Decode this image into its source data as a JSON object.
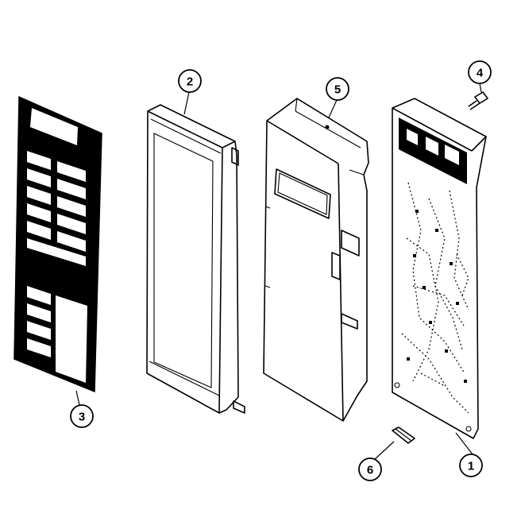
{
  "diagram": {
    "callouts": [
      {
        "id": "callout-1",
        "label": "1"
      },
      {
        "id": "callout-2",
        "label": "2"
      },
      {
        "id": "callout-3",
        "label": "3"
      },
      {
        "id": "callout-4",
        "label": "4"
      },
      {
        "id": "callout-5",
        "label": "5"
      },
      {
        "id": "callout-6",
        "label": "6"
      }
    ],
    "colors": {
      "ink": "#000000",
      "paper": "#ffffff"
    }
  }
}
